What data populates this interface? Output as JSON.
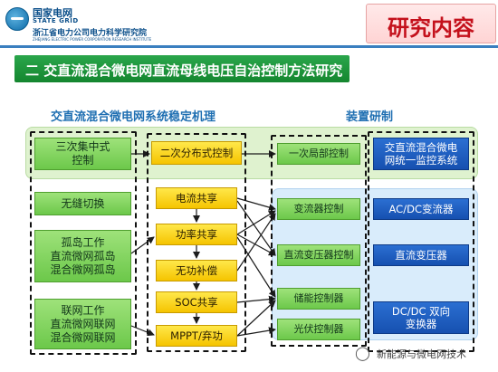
{
  "header": {
    "org_cn": "国家电网",
    "org_en": "STATE GRID",
    "institute_cn": "浙江省电力公司电力科学研究院",
    "institute_en": "ZHEJIANG ELECTRIC POWER CORPORATION RESEARCH INSTITUTE",
    "slide_title": "研究内容"
  },
  "banner": {
    "text": "二  交直流混合微电网直流母线电压自治控制方法研究"
  },
  "sections": {
    "left_label": "交直流混合微电网系统稳定机理",
    "right_label": "装置研制"
  },
  "diagram": {
    "col1": [
      {
        "id": "c1a",
        "text": "三次集中式\n控制"
      },
      {
        "id": "c1b",
        "text": "无缝切换"
      },
      {
        "id": "c1c",
        "text": "孤岛工作\n直流微网孤岛\n混合微网孤岛"
      },
      {
        "id": "c1d",
        "text": "联网工作\n直流微网联网\n混合微网联网"
      }
    ],
    "col2": [
      {
        "id": "c2a",
        "text": "二次分布式控制"
      },
      {
        "id": "c2b",
        "text": "电流共享"
      },
      {
        "id": "c2c",
        "text": "功率共享"
      },
      {
        "id": "c2d",
        "text": "无功补偿"
      },
      {
        "id": "c2e",
        "text": "SOC共享"
      },
      {
        "id": "c2f",
        "text": "MPPT/弃功"
      }
    ],
    "col3": [
      {
        "id": "c3a",
        "text": "一次局部控制"
      },
      {
        "id": "c3b",
        "text": "变流器控制"
      },
      {
        "id": "c3c",
        "text": "直流变压器控制"
      },
      {
        "id": "c3d",
        "text": "储能控制器"
      },
      {
        "id": "c3e",
        "text": "光伏控制器"
      }
    ],
    "col4": [
      {
        "id": "c4a",
        "text": "交直流混合微电\n网统一监控系统"
      },
      {
        "id": "c4b",
        "text": "AC/DC变流器"
      },
      {
        "id": "c4c",
        "text": "直流变压器"
      },
      {
        "id": "c4d",
        "text": "DC/DC 双向\n变换器"
      }
    ]
  },
  "colors": {
    "accent_blue": "#1f6fb2",
    "title_red": "#c4111c",
    "banner_green": "#1a9a3e",
    "box_green": "#7ed65a",
    "box_yellow": "#f9d400",
    "box_blue": "#1a5bc0",
    "band_light_green": "#dff2cf",
    "band_light_blue": "#d9ecfb"
  },
  "watermark": {
    "icon": "wechat-icon",
    "text": "新能源与微电网技术"
  }
}
